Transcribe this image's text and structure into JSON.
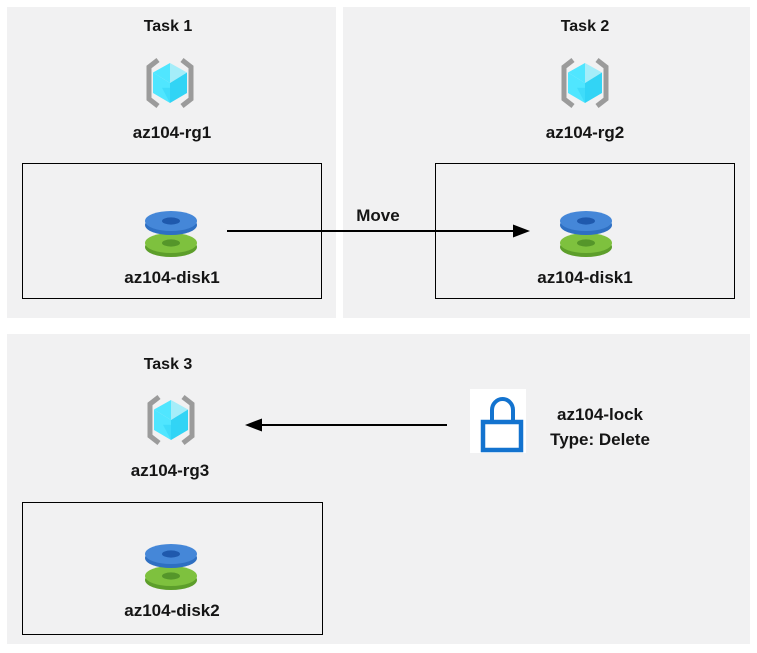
{
  "colors": {
    "canvas-bg": "#ffffff",
    "panel-bg": "#f1f1f2",
    "box-border": "#000000",
    "text": "#151515",
    "bracket-gray": "#9b9b9b",
    "cube-light": "#a5edf9",
    "cube-mid": "#50e6ff",
    "cube-dark": "#32d4f5",
    "disk-blue-top": "#4587d8",
    "disk-blue-rim": "#2e6fc2",
    "disk-blue-hole": "#1f59ad",
    "disk-green-top": "#7ec13e",
    "disk-green-rim": "#5d9e2b",
    "disk-green-hole": "#55962a",
    "lock-blue": "#1373cf",
    "arrow-black": "#000000"
  },
  "tasks": [
    {
      "title": "Task 1",
      "resource_group": "az104-rg1",
      "disk": "az104-disk1"
    },
    {
      "title": "Task 2",
      "resource_group": "az104-rg2",
      "disk": "az104-disk1"
    },
    {
      "title": "Task 3",
      "resource_group": "az104-rg3",
      "disk": "az104-disk2"
    }
  ],
  "arrows": {
    "move_label": "Move"
  },
  "lock": {
    "name": "az104-lock",
    "type_line": "Type: Delete"
  }
}
